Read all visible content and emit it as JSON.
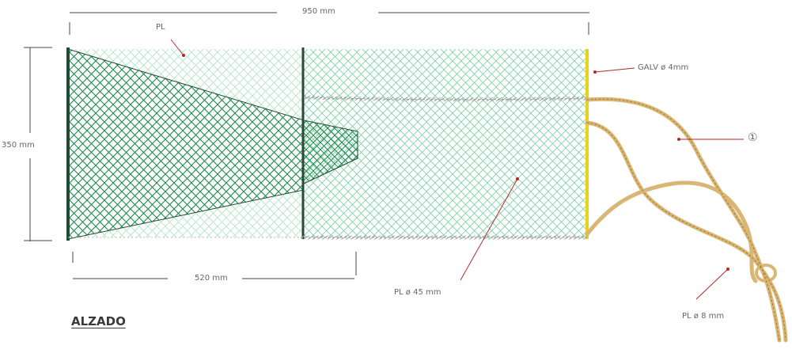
{
  "title": "ALZADO",
  "dimensions": {
    "total_length": "950 mm",
    "height": "350 mm",
    "inner_length": "520 mm"
  },
  "callouts": {
    "pl_top": "PL",
    "gali": "GALV ø 4mm",
    "circle_mark": "①",
    "mesh": "PL ø 45 mm",
    "rope": "PL ø 8 mm"
  },
  "colors": {
    "mesh_dark": "#1f8a4c",
    "mesh_light": "#5cc08a",
    "frame_dark": "#2a4a36",
    "galv_wire": "#e8d21c",
    "rope": "#d9b674",
    "leader": "#b02a2a",
    "dim_line": "#444444"
  }
}
